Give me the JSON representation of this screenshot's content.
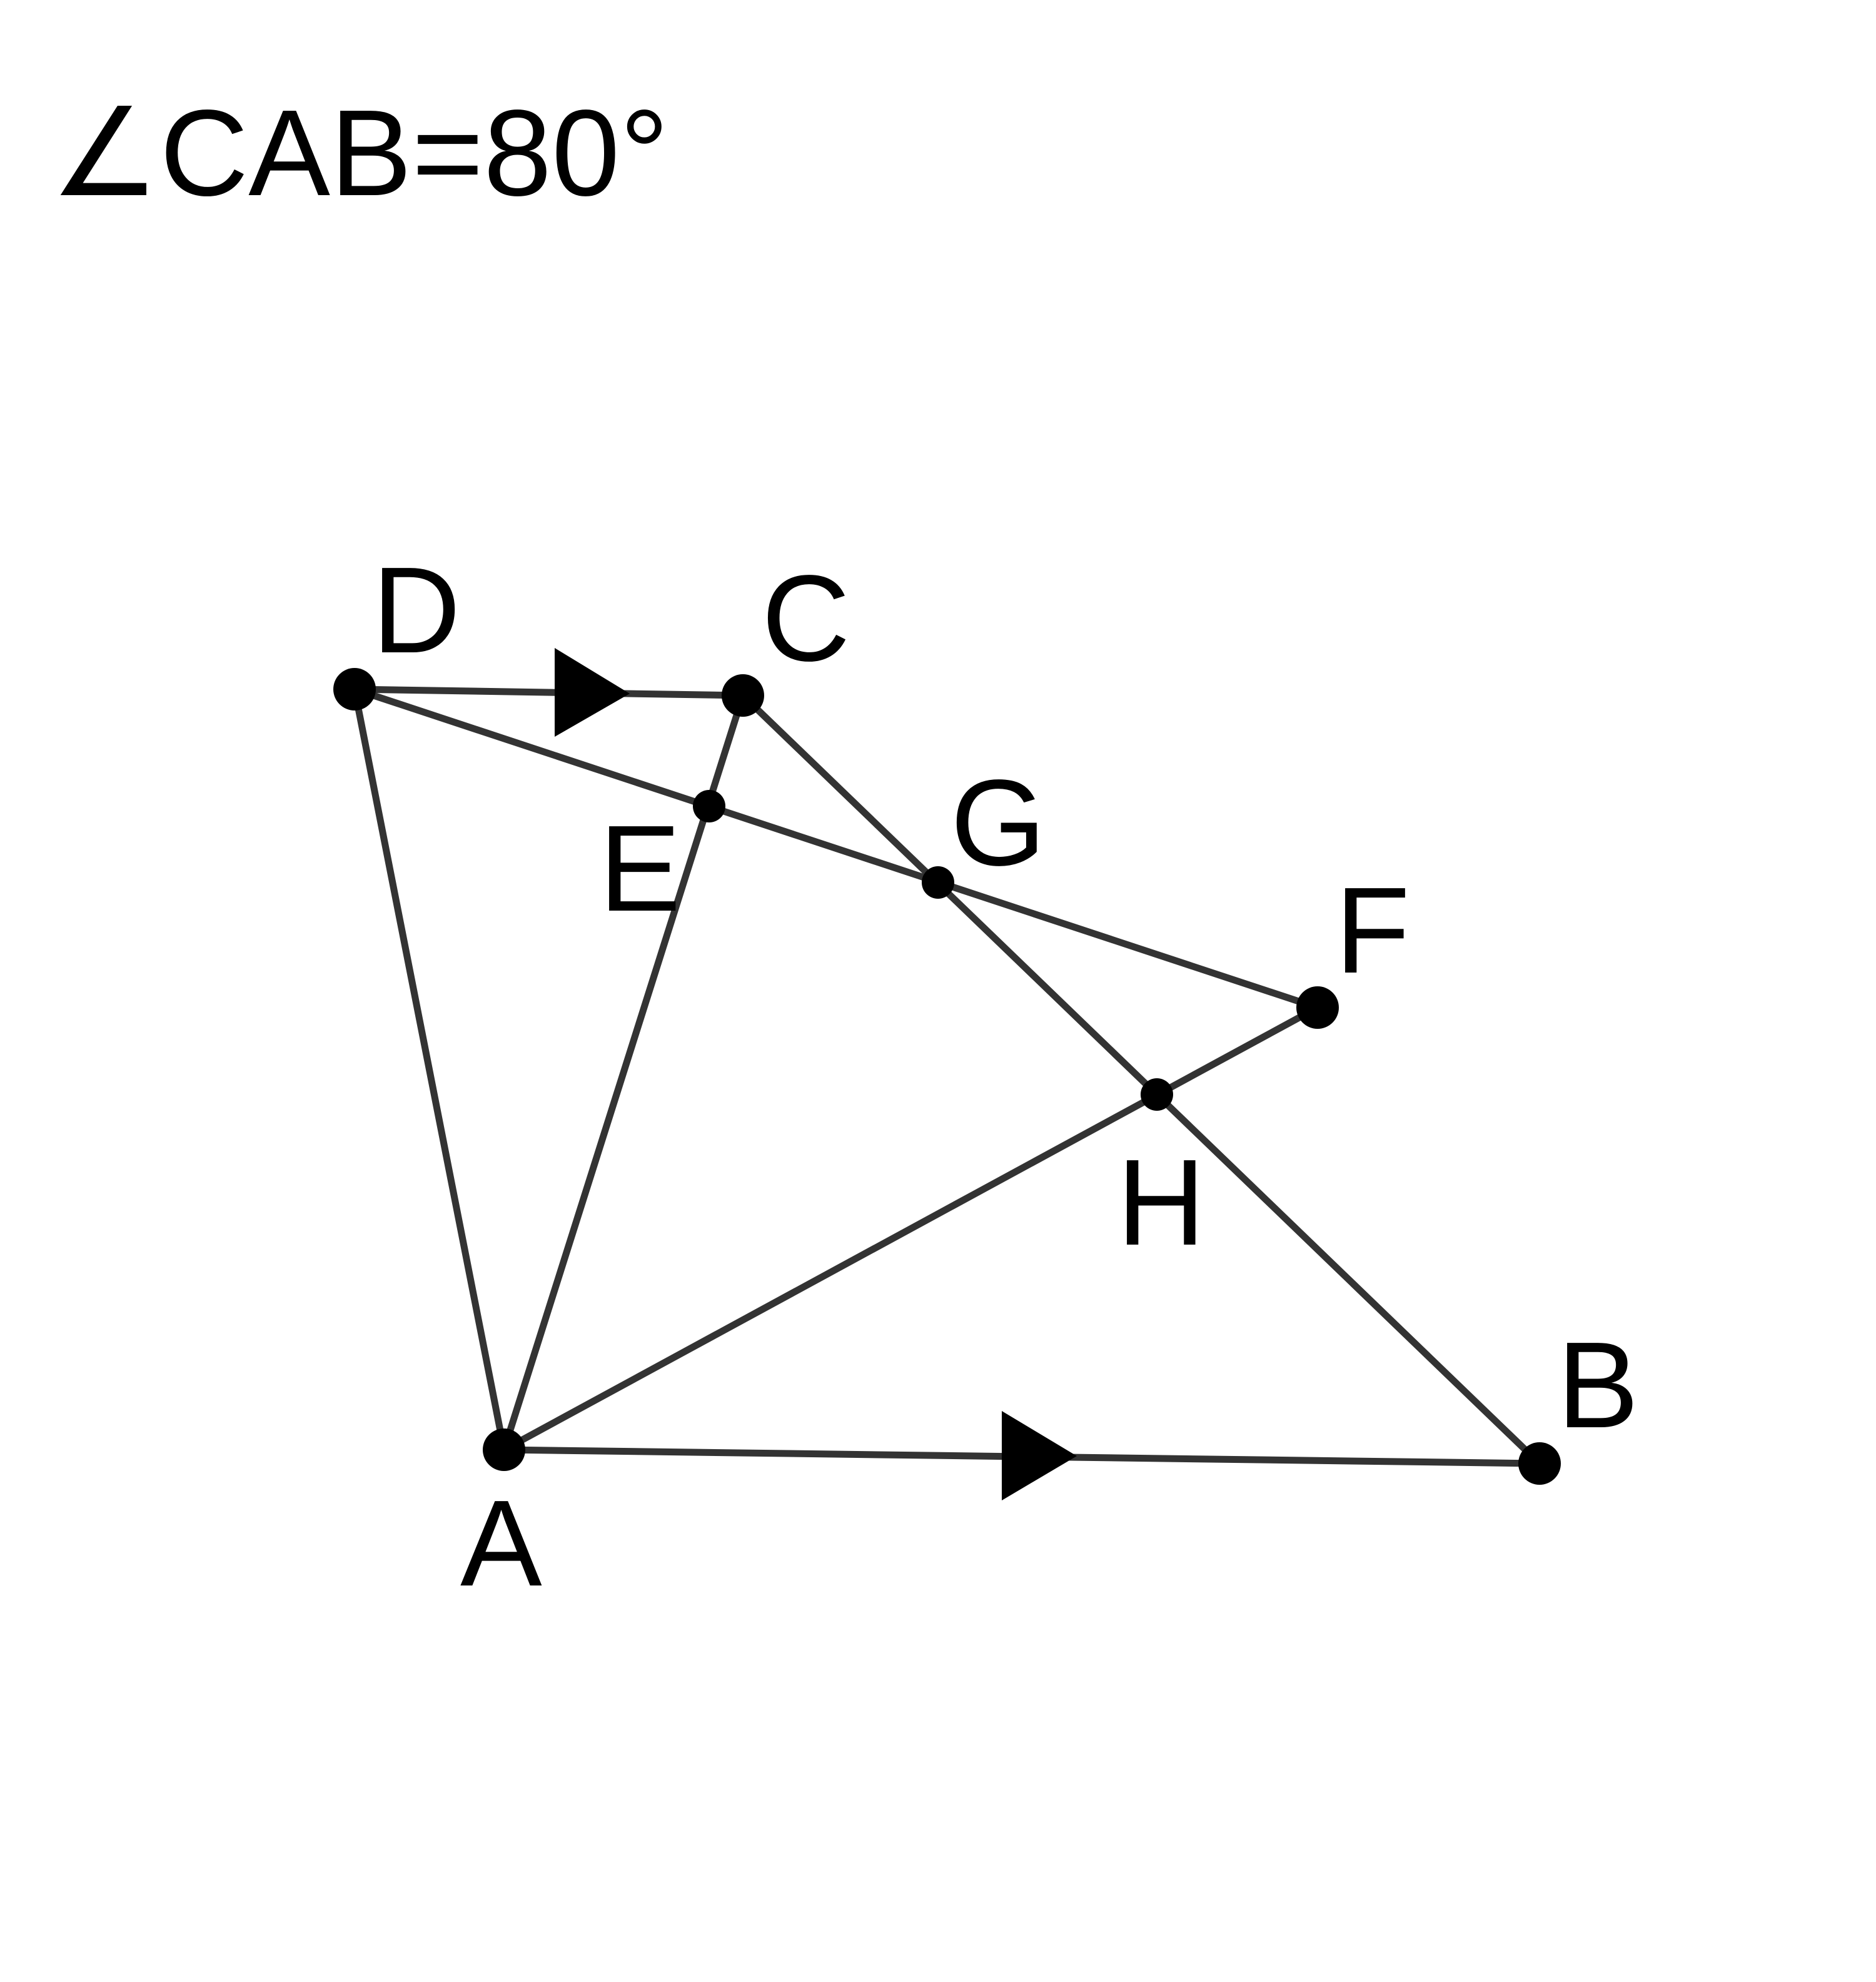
{
  "annotation": "∠CAB=80°",
  "points": {
    "A": "A",
    "B": "B",
    "C": "C",
    "D": "D",
    "E": "E",
    "F": "F",
    "G": "G",
    "H": "H"
  },
  "colors": {
    "line": "#333333",
    "point": "#000000",
    "background": "#ffffff"
  }
}
